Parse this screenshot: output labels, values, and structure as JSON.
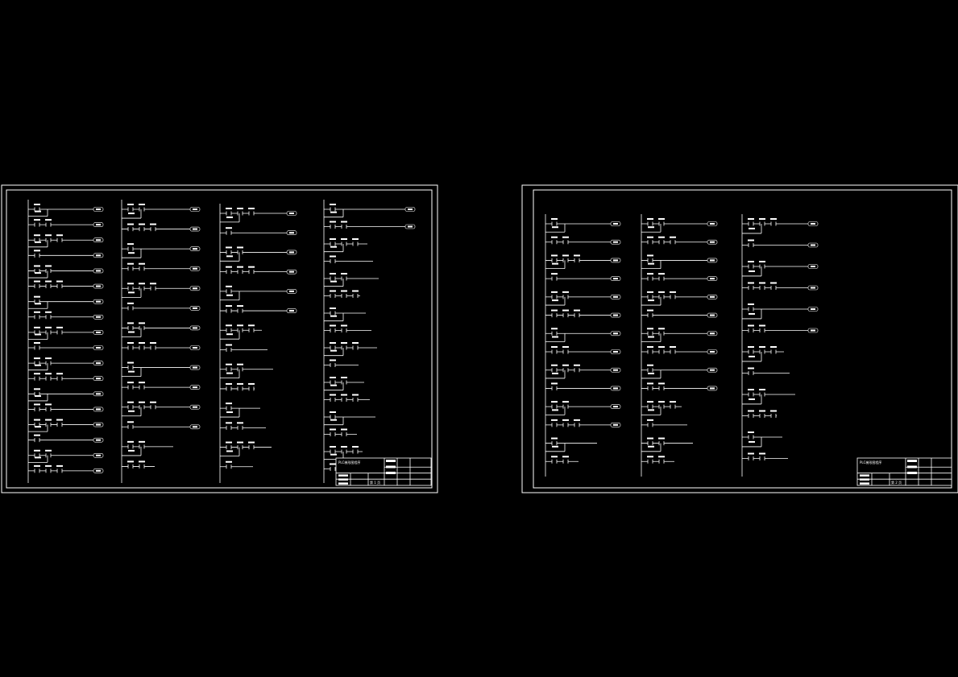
{
  "background": "#000000",
  "line_color": "#ffffff",
  "sheets": [
    {
      "rung_columns": [
        {
          "rungs": 18,
          "outputs": 18
        },
        {
          "rungs": 14,
          "outputs": 12
        },
        {
          "rungs": 14,
          "outputs": 6
        },
        {
          "rungs": 16,
          "outputs": 2
        }
      ],
      "title_block": {
        "title": "PLC梯形图程序",
        "page": "第 1 页"
      }
    },
    {
      "rung_columns": [
        {
          "rungs": 14,
          "outputs": 12
        },
        {
          "rungs": 14,
          "outputs": 10
        },
        {
          "rungs": 12,
          "outputs": 6
        }
      ],
      "title_block": {
        "title": "PLC梯形图程序",
        "page": "第 2 页"
      }
    }
  ]
}
